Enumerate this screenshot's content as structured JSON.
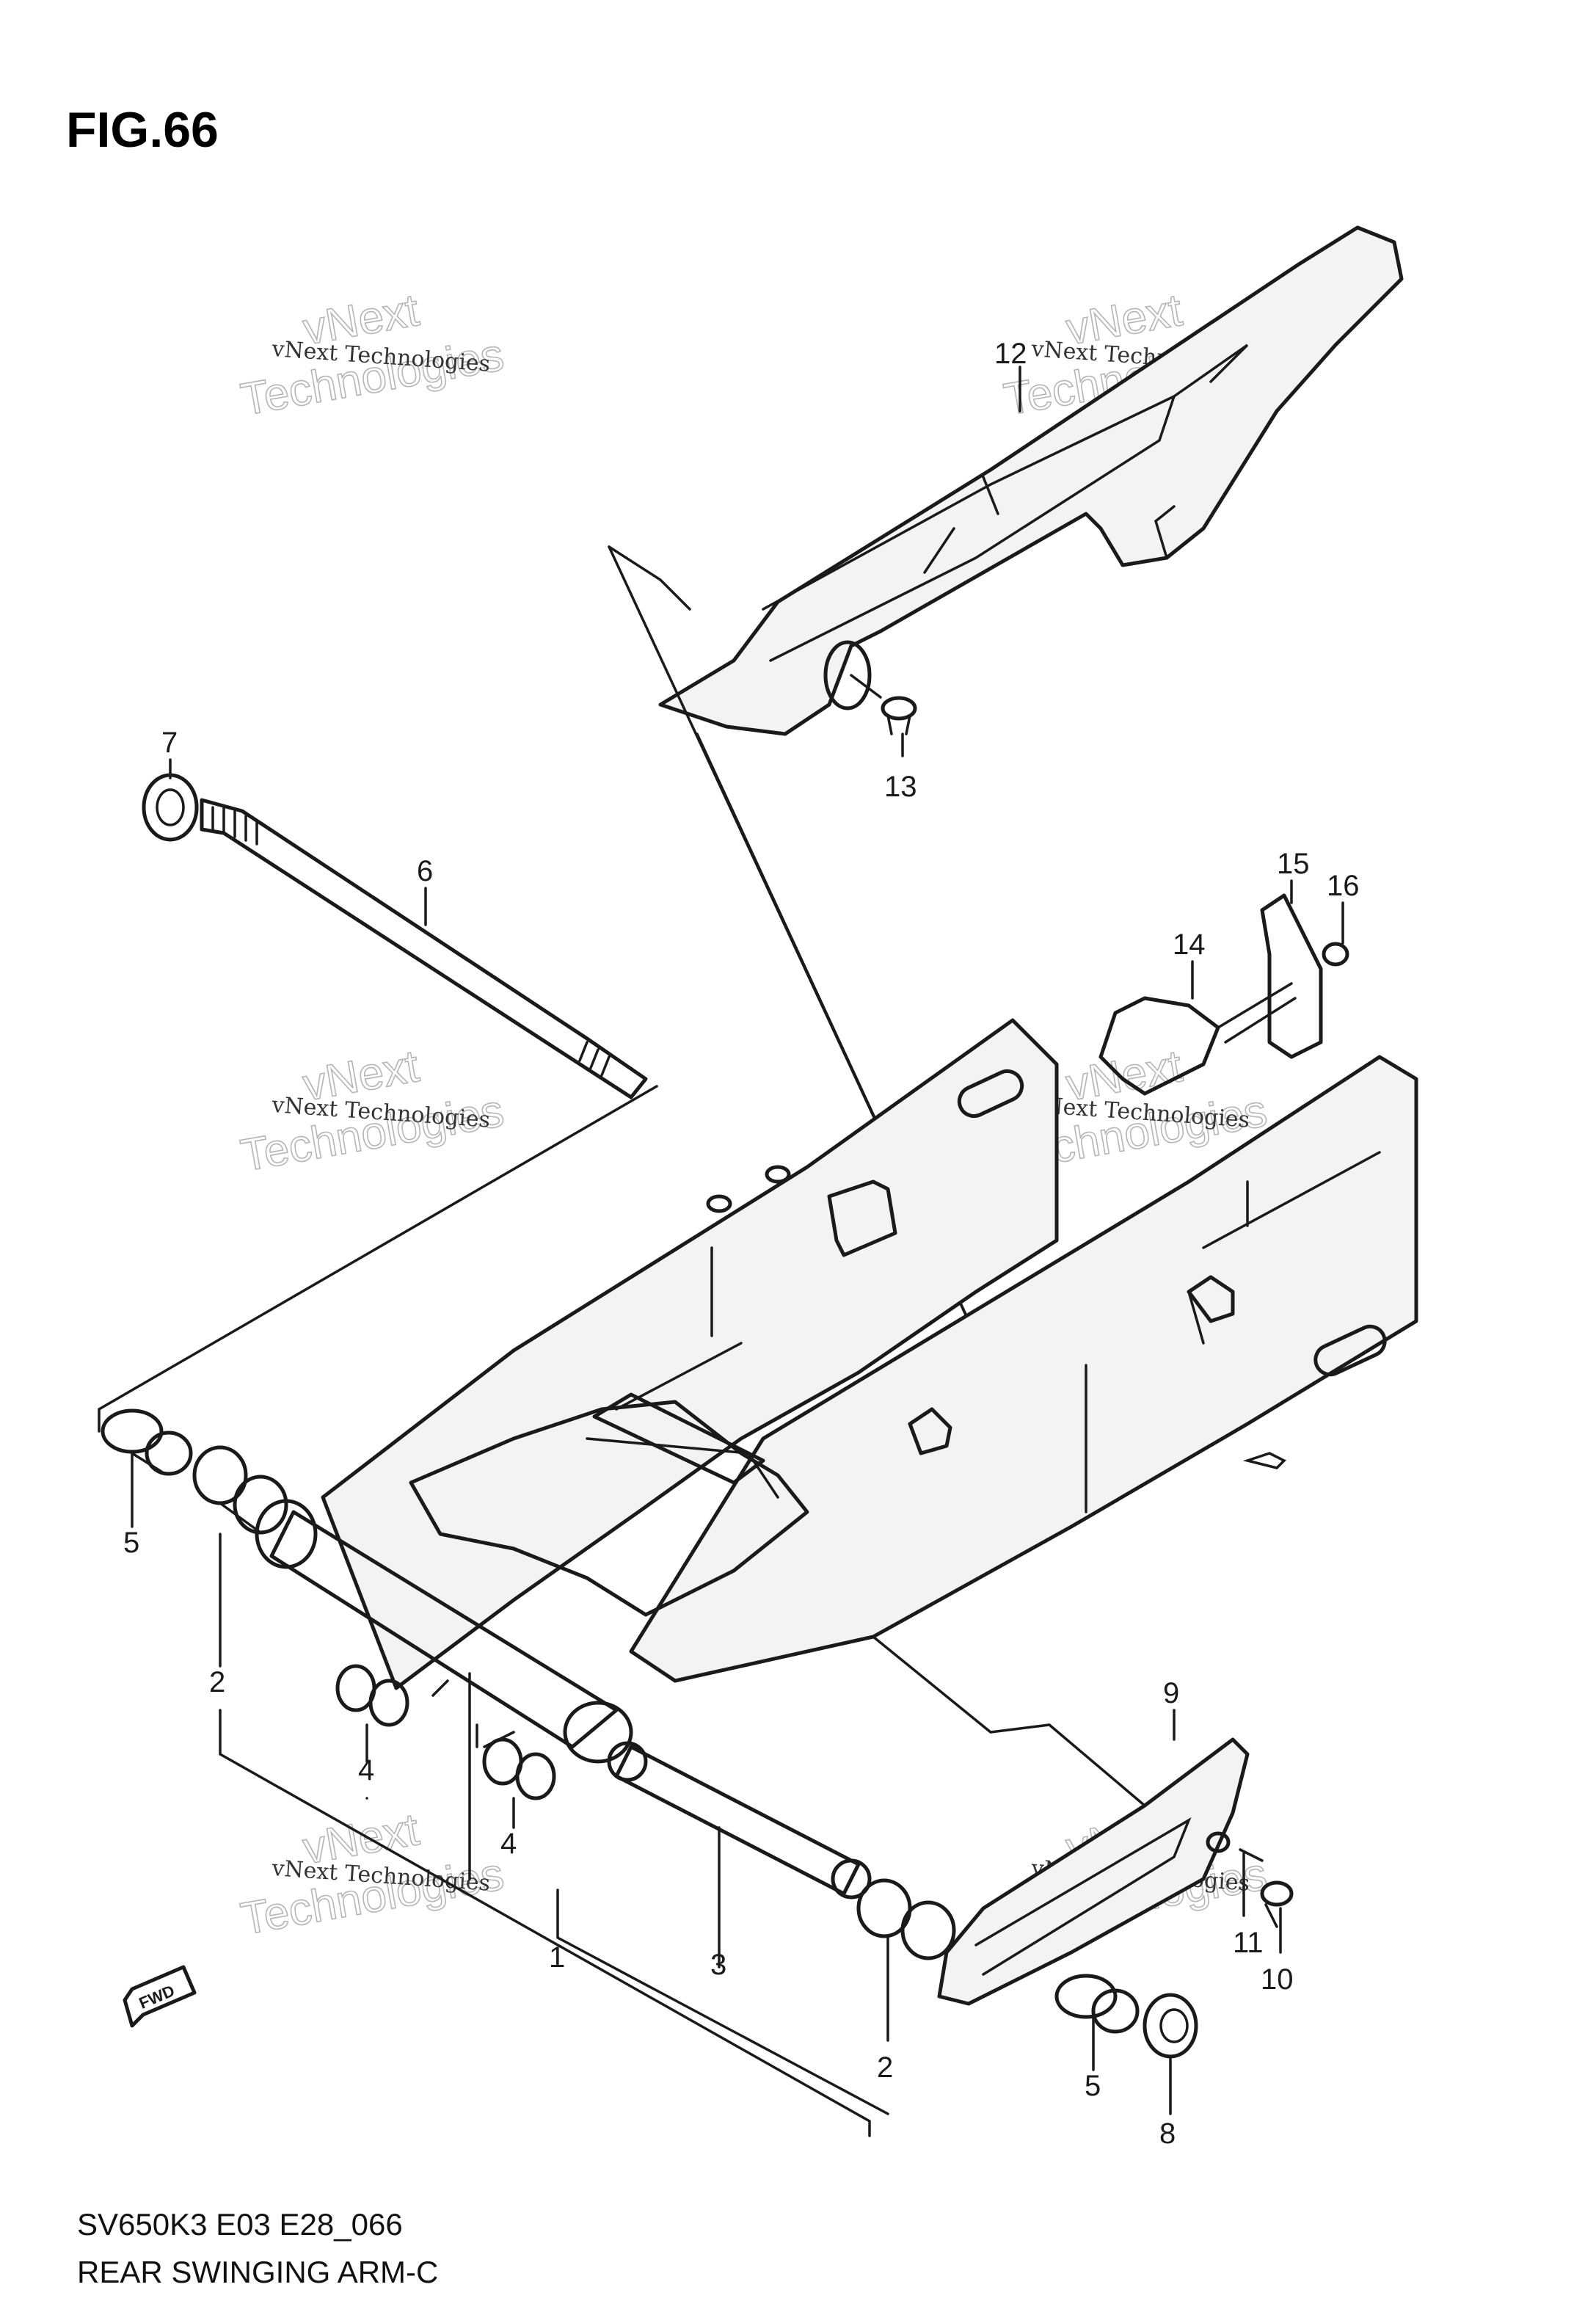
{
  "figure": {
    "title": "FIG.66",
    "caption_line1": "SV650K3 E03 E28_066",
    "caption_line2": "REAR SWINGING ARM-C"
  },
  "fwd_marker": {
    "label": "FWD"
  },
  "watermark": {
    "line1": "vNext Technologies",
    "big1": "vNext",
    "big2": "Technologies"
  },
  "callouts": {
    "c1": "1",
    "c2a": "2",
    "c2b": "2",
    "c3": "3",
    "c4a": "4",
    "c4b": "4",
    "c5a": "5",
    "c5b": "5",
    "c6": "6",
    "c7": "7",
    "c8": "8",
    "c9": "9",
    "c10": "10",
    "c11": "11",
    "c12": "12",
    "c13": "13",
    "c14": "14",
    "c15": "15",
    "c16": "16"
  }
}
